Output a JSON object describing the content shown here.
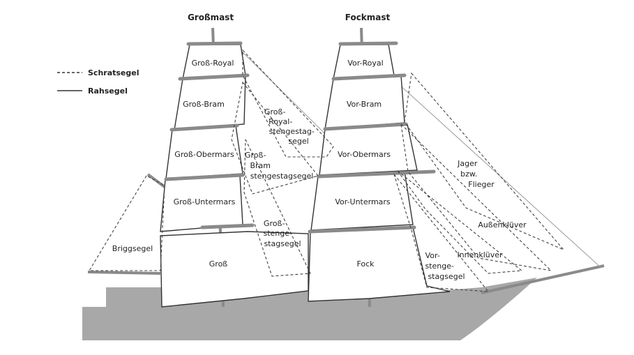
{
  "headings": {
    "main_mast": "Großmast",
    "fore_mast": "Fockmast"
  },
  "legend": {
    "dashed": "Schratsegel",
    "solid": "Rahsegel"
  },
  "main_sails": {
    "royal": "Groß-Royal",
    "bram": "Groß-Bram",
    "obermars": "Groß-Obermars",
    "untermars": "Groß-Untermars",
    "gross": "Groß"
  },
  "fore_sails": {
    "royal": "Vor-Royal",
    "bram": "Vor-Bram",
    "obermars": "Vor-Obermars",
    "untermars": "Vor-Untermars",
    "fock": "Fock"
  },
  "staysails": {
    "briggsegel": "Briggsegel",
    "gross_royal_stengestagsegel": [
      "Groß-",
      "Royal-",
      "stengestag-",
      "segel"
    ],
    "gross_bram_stengestagsegel": [
      "Groß-",
      "Bram",
      "stengestagsegel"
    ],
    "gross_stengestagsegel": [
      "Groß-",
      "stenge-",
      "stagsegel"
    ],
    "vor_stengestagsegel": [
      "Vor-",
      "stenge-",
      "stagsegel"
    ],
    "jager": [
      "Jager",
      "bzw.",
      "Flieger"
    ],
    "aussenkluever": "Außenklüver",
    "innenkluever": "Innenklüver"
  },
  "colors": {
    "hull": "#a8a8a8",
    "spar": "#8a8a8a",
    "outline": "#333333"
  }
}
